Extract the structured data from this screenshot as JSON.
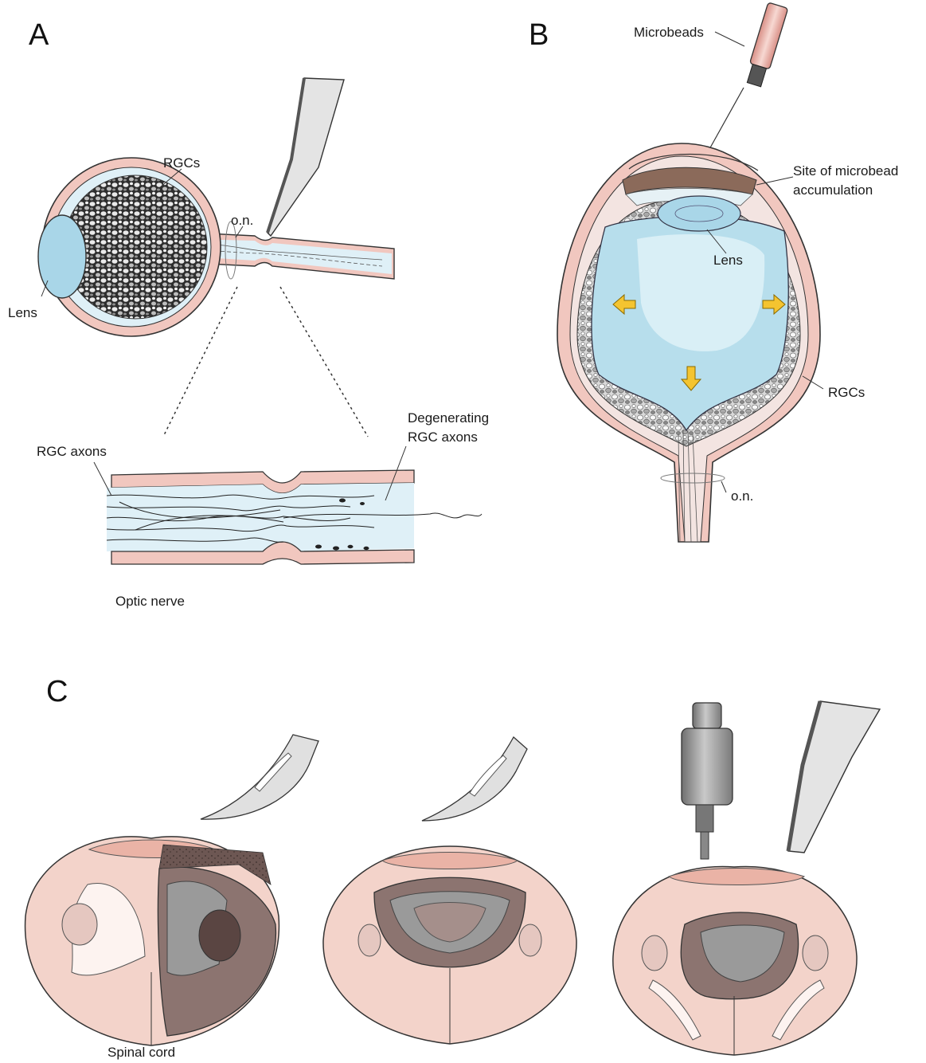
{
  "panels": {
    "a": {
      "letter": "A"
    },
    "b": {
      "letter": "B"
    },
    "c": {
      "letter": "C"
    }
  },
  "panel_a": {
    "rgcs": "RGCs",
    "on": "o.n.",
    "lens": "Lens",
    "rgc_axons": "RGC axons",
    "degenerating_line1": "Degenerating",
    "degenerating_line2": "RGC axons",
    "optic_nerve": "Optic nerve"
  },
  "panel_b": {
    "microbeads": "Microbeads",
    "site_line1": "Site of microbead",
    "site_line2": "accumulation",
    "lens": "Lens",
    "rgcs": "RGCs",
    "on": "o.n."
  },
  "panel_c": {
    "spinal_cord": "Spinal cord"
  },
  "colors": {
    "sclera_pink": "#f1c7bf",
    "vitreous_blue": "#c8e6f0",
    "lens_blue": "#a9d6e8",
    "retina_dark": "#3a3a3a",
    "cord_pink": "#f3d3ca",
    "lesion_brown": "#8c7470",
    "grey_matter": "#9a9a9a",
    "arrow_yellow": "#f4c430",
    "instrument_grey": "#cfcfcf"
  }
}
